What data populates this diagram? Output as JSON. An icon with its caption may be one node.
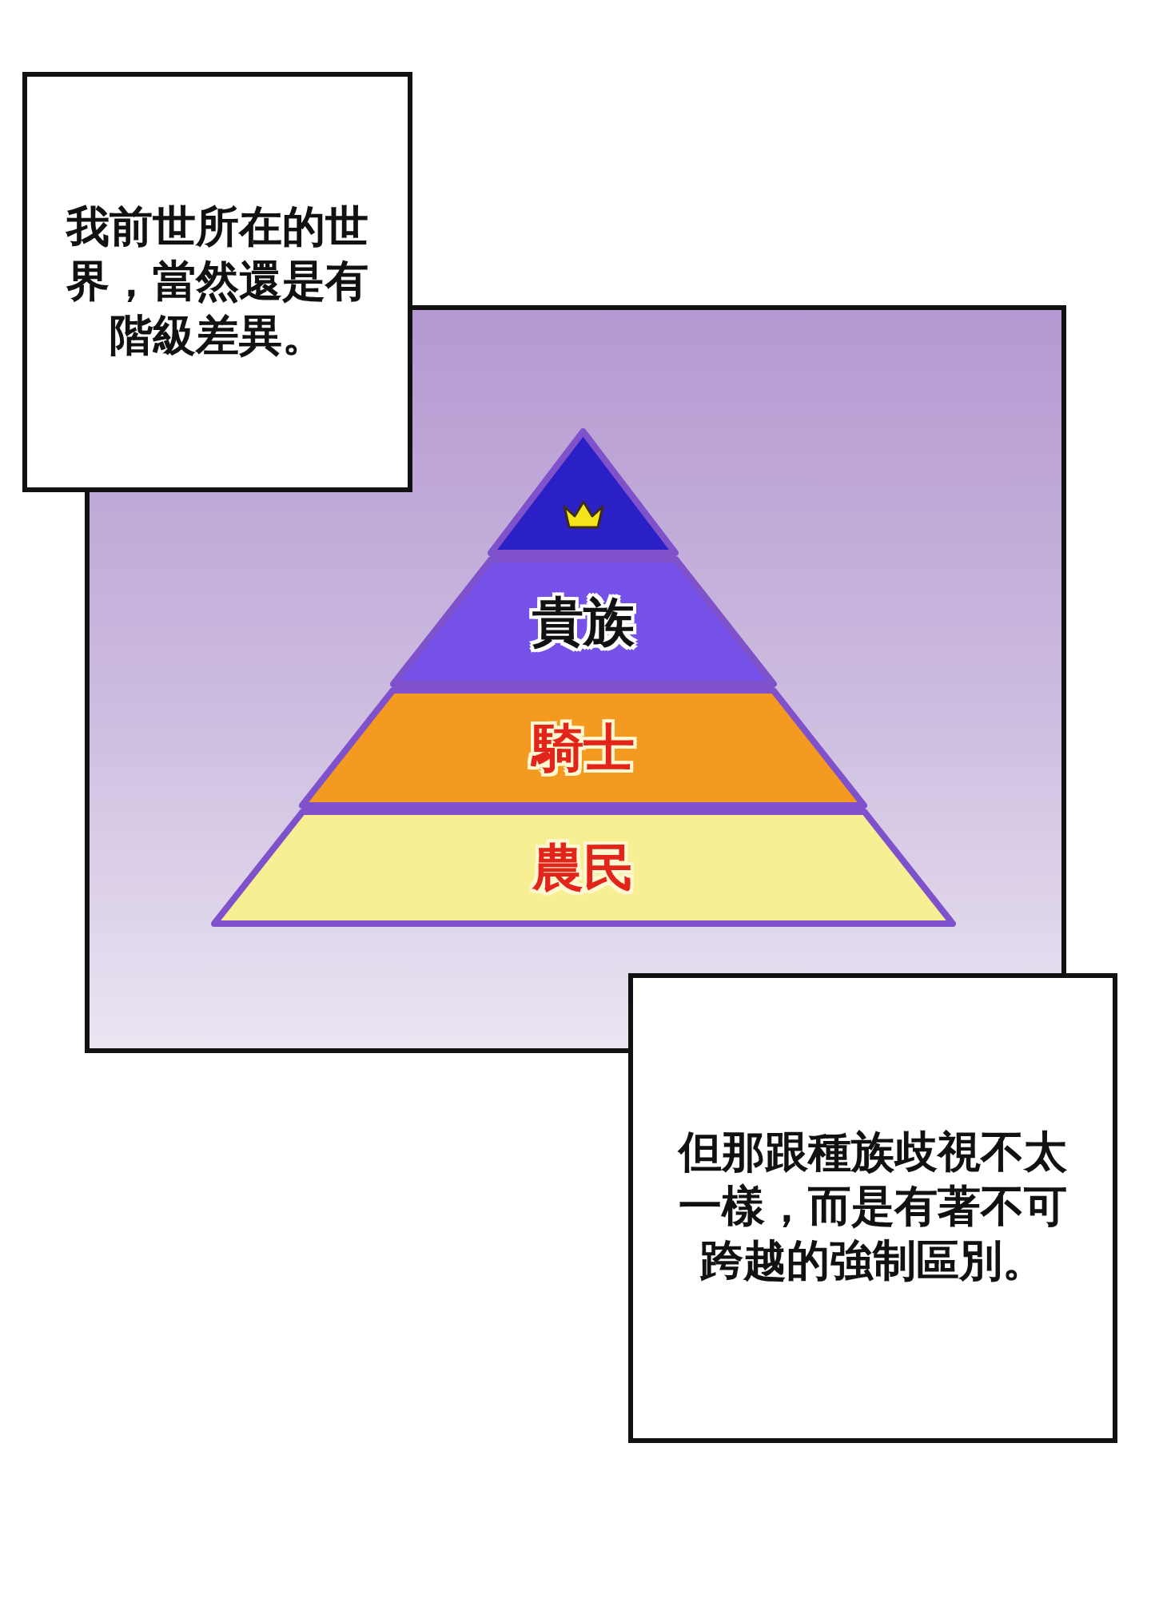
{
  "diagram": {
    "nodes": [
      {
        "text": [
          "我前世所在的世界，當然還是有階級差異。"
        ]
      },
      {
        "text": [],
        "shape": "triangle"
      },
      {
        "text": [
          "貴族"
        ]
      },
      {
        "text": [
          "騎士"
        ]
      },
      {
        "text": [
          "農民"
        ]
      },
      {
        "text": [
          "但那跟種族歧視不太一樣，而是有著不可跨越的強制區別。"
        ]
      }
    ]
  }
}
